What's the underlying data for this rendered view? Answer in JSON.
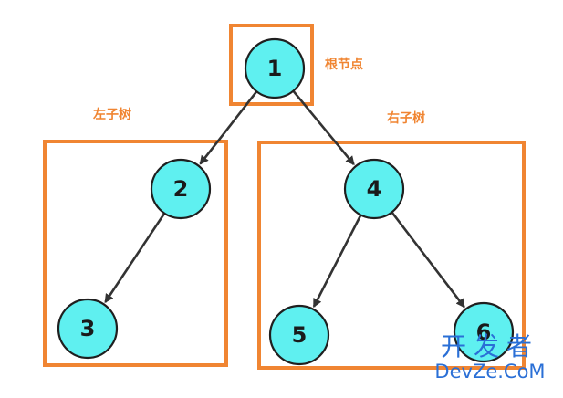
{
  "colors": {
    "highlight_border": "#f08532",
    "label": "#f08532",
    "node_fill": "#5ff0f0",
    "node_stroke": "#1f1f1f",
    "edge": "#333333",
    "watermark": "#2a6fd6"
  },
  "labels": {
    "root": "根节点",
    "left_subtree": "左子树",
    "right_subtree": "右子树"
  },
  "nodes": [
    {
      "id": "1",
      "label": "1"
    },
    {
      "id": "2",
      "label": "2"
    },
    {
      "id": "3",
      "label": "3"
    },
    {
      "id": "4",
      "label": "4"
    },
    {
      "id": "5",
      "label": "5"
    },
    {
      "id": "6",
      "label": "6"
    }
  ],
  "edges": [
    {
      "from": "1",
      "to": "2"
    },
    {
      "from": "1",
      "to": "4"
    },
    {
      "from": "2",
      "to": "3"
    },
    {
      "from": "4",
      "to": "5"
    },
    {
      "from": "4",
      "to": "6"
    }
  ],
  "watermark": {
    "line1": "开发者",
    "line2": "DevZe.CoM"
  }
}
